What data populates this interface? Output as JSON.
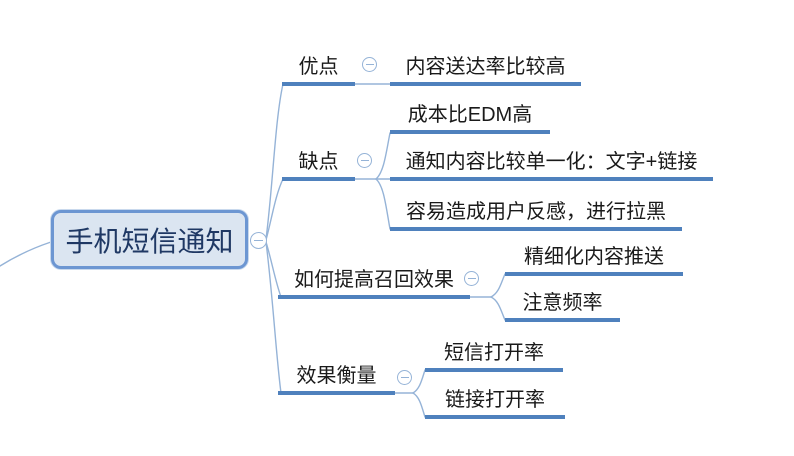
{
  "root": {
    "label": "手机短信通知"
  },
  "branches": [
    {
      "label": "优点",
      "children": [
        {
          "label": "内容送达率比较高"
        }
      ]
    },
    {
      "label": "缺点",
      "children": [
        {
          "label": "成本比EDM高"
        },
        {
          "label": "通知内容比较单一化：文字+链接"
        },
        {
          "label": "容易造成用户反感，进行拉黑"
        }
      ]
    },
    {
      "label": "如何提高召回效果",
      "children": [
        {
          "label": "精细化内容推送"
        },
        {
          "label": "注意频率"
        }
      ]
    },
    {
      "label": "效果衡量",
      "children": [
        {
          "label": "短信打开率"
        },
        {
          "label": "链接打开率"
        }
      ]
    }
  ],
  "icons": {
    "collapse": "minus-circle"
  },
  "colors": {
    "branch_line": "#4f81bd",
    "connector": "#95b3d7",
    "root_fill": "#dbe5f1",
    "root_border": "#6c96d2",
    "root_text": "#1f3864",
    "topic_text": "#1a1a1a",
    "background": "#ffffff"
  }
}
